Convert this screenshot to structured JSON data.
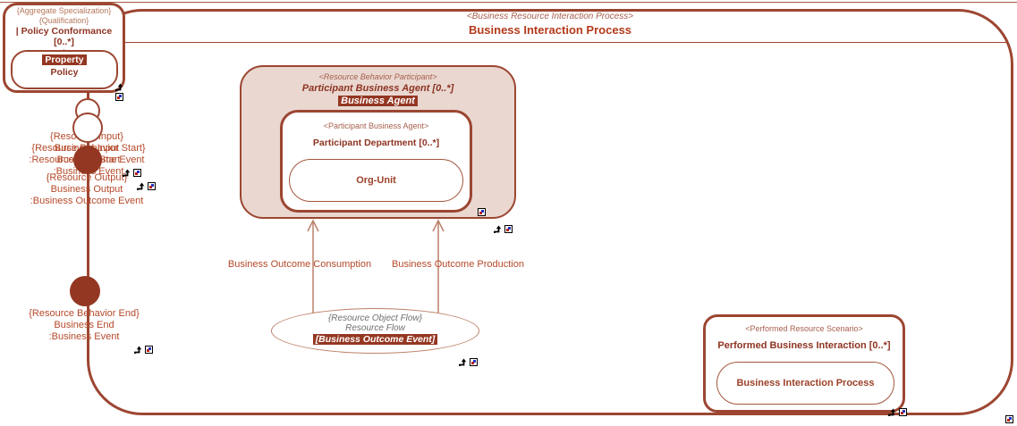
{
  "colors": {
    "accent_border": "#9c4631",
    "participant_fill": "#e9d7d0",
    "highlight_bg": "#943722",
    "title_red": "#b43a1c",
    "label_red": "#b5492a",
    "stereotype": "#a8604f",
    "muted_gray": "#6f6f6f"
  },
  "process": {
    "stereotype": "<Business Resource Interaction Process>",
    "title": "Business Interaction Process"
  },
  "policy": {
    "line1": "{Aggregate Specialization}",
    "line2": "{Qualification}",
    "line3": "| Policy Conformance [0..*]",
    "line4": "|",
    "highlight": "Property",
    "name": "Policy"
  },
  "ports": {
    "input": {
      "l1": "{Resource Input}",
      "l2": "Business Input",
      "l3": ":Resource Outcome Event"
    },
    "start": {
      "l1": "{Resource Behavior Start}",
      "l2": "Business Start",
      "l3": ":Business Event"
    },
    "output": {
      "l1": "{Resource Output}",
      "l2": "Business Output",
      "l3": ":Business Outcome Event"
    },
    "end": {
      "l1": "{Resource Behavior End}",
      "l2": "Business End",
      "l3": ":Business Event"
    }
  },
  "participant": {
    "stereotype": "<Resource Behavior Participant>",
    "title": "Participant Business Agent [0..*]",
    "highlight": "Business Agent",
    "department": {
      "stereotype": "<Participant Business Agent>",
      "title": "Participant Department [0..*]",
      "type": "Org-Unit"
    }
  },
  "flows": {
    "consumption": "Business Outcome Consumption",
    "production": "Business Outcome Production"
  },
  "resource_flow": {
    "stereotype": "{Resource Object Flow}",
    "name": "Resource Flow",
    "highlight": "[Business Outcome Event]"
  },
  "performed": {
    "stereotype": "<Performed Resource Scenario>",
    "title": "Performed Business Interaction [0..*]",
    "type": "Business Interaction Process"
  }
}
